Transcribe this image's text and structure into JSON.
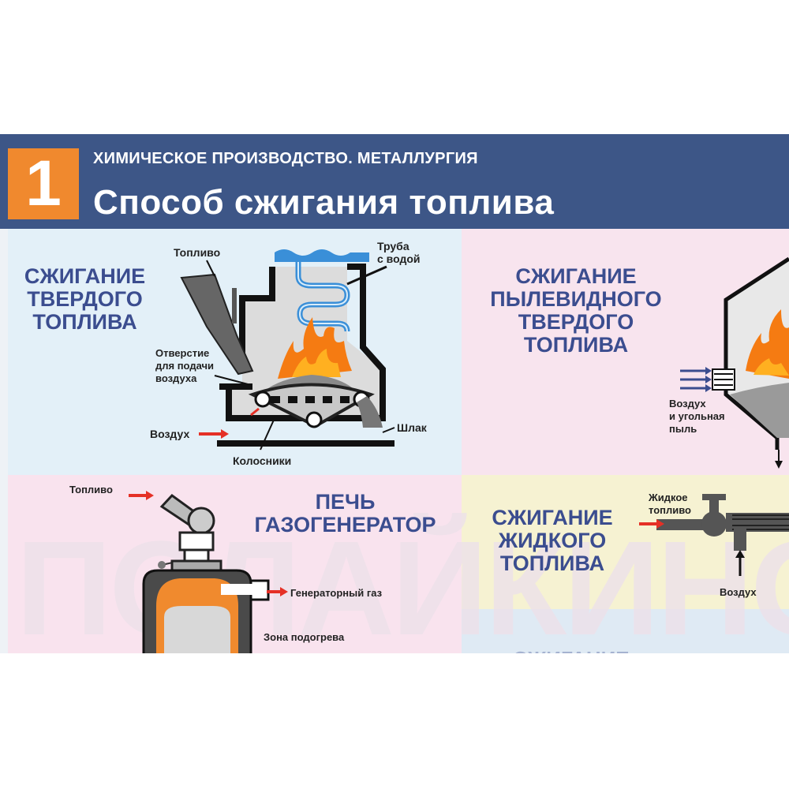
{
  "header": {
    "number": "1",
    "subtitle": "ХИМИЧЕСКОЕ ПРОИЗВОДСТВО. МЕТАЛЛУРГИЯ",
    "title": "Способ сжигания топлива"
  },
  "watermark": "ПОЛАЙКИНО",
  "panels": {
    "solid": {
      "heading": "СЖИГАНИЕ\nТВЕРДОГО\nТОПЛИВА",
      "labels": {
        "fuel": "Топливо",
        "pipe": "Труба\nс водой",
        "air_hole": "Отверстие\nдля подачи\nвоздуха",
        "air": "Воздух",
        "slag": "Шлак",
        "grates": "Колосники"
      }
    },
    "pulverized": {
      "heading": "СЖИГАНИЕ\nПЫЛЕВИДНОГО\nТВЕРДОГО\nТОПЛИВА",
      "labels": {
        "air_dust": "Воздух\nи угольная\nпыль"
      }
    },
    "gasgen": {
      "heading": "ПЕЧЬ\nГАЗОГЕНЕРАТОР",
      "labels": {
        "fuel": "Топливо",
        "gen_gas": "Генераторный газ",
        "preheat": "Зона подогрева"
      }
    },
    "liquid": {
      "heading": "СЖИГАНИЕ\nЖИДКОГО\nТОПЛИВА",
      "labels": {
        "liquid_fuel": "Жидкое\nтопливо",
        "air": "Воздух"
      }
    },
    "next": {
      "heading_partial": "СЖИГАНИЕ"
    }
  },
  "colors": {
    "header": "#3d5687",
    "accent": "#f0892e",
    "heading": "#3b4d8f",
    "arrow": "#e53026",
    "flame": "#f57b12",
    "water": "#3a8fd8"
  }
}
